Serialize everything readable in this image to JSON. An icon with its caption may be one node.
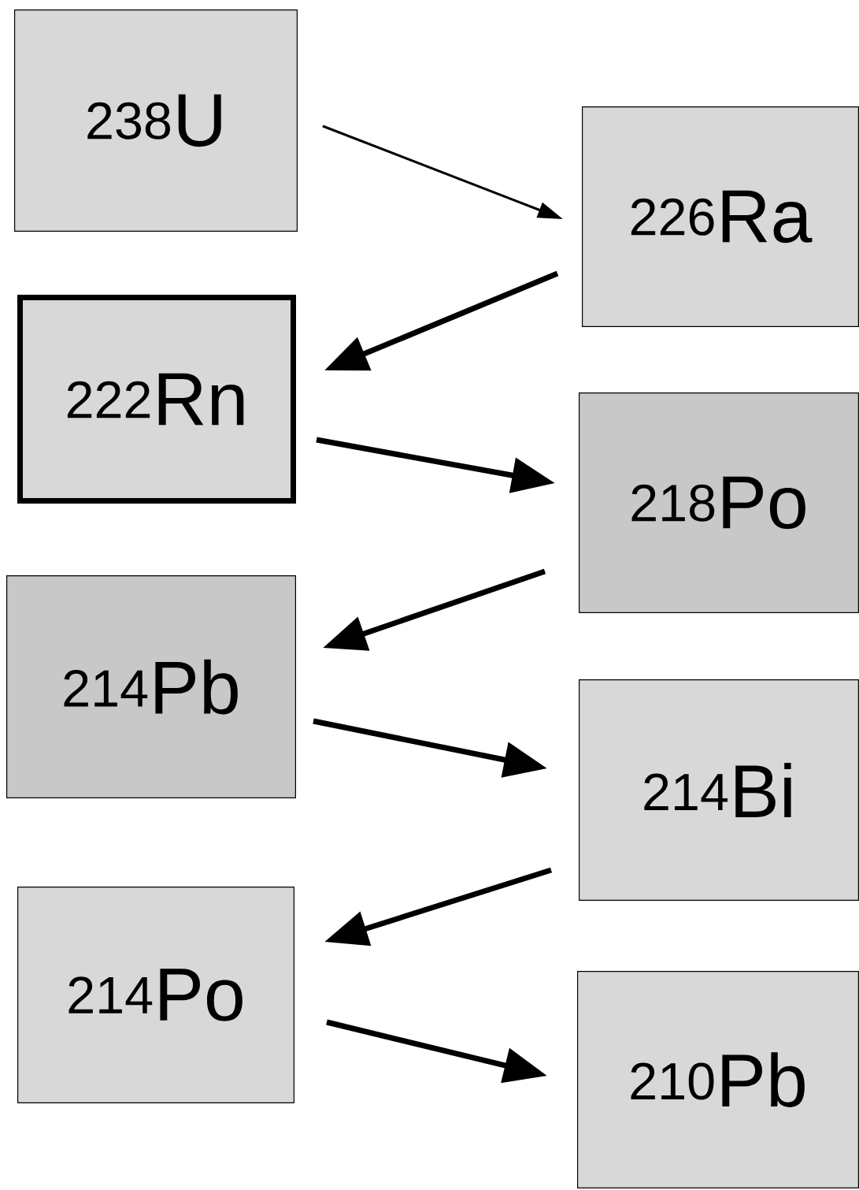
{
  "diagram": {
    "nodes": [
      {
        "text": [
          "$^{238}$U"
        ]
      },
      {
        "text": [
          "$^{226}$Ra"
        ]
      },
      {
        "text": [
          "$^{222}$Rn"
        ]
      },
      {
        "text": [
          "$^{218}$Po"
        ]
      },
      {
        "text": [
          "$^{214}$Pb"
        ]
      },
      {
        "text": [
          "$^{214}$Bi"
        ]
      },
      {
        "text": [
          "$^{214}$Po"
        ]
      },
      {
        "text": [
          "$^{210}$Pb"
        ]
      }
    ],
    "edges": [
      {
        "from": 0,
        "to": 1,
        "arrow": "to"
      },
      {
        "from": 1,
        "to": 2,
        "arrow": "to"
      },
      {
        "from": 2,
        "to": 3,
        "arrow": "to"
      },
      {
        "from": 3,
        "to": 4,
        "arrow": "to"
      },
      {
        "from": 4,
        "to": 5,
        "arrow": "to"
      },
      {
        "from": 5,
        "to": 6,
        "arrow": "to"
      },
      {
        "from": 6,
        "to": 7,
        "arrow": "to"
      }
    ]
  }
}
